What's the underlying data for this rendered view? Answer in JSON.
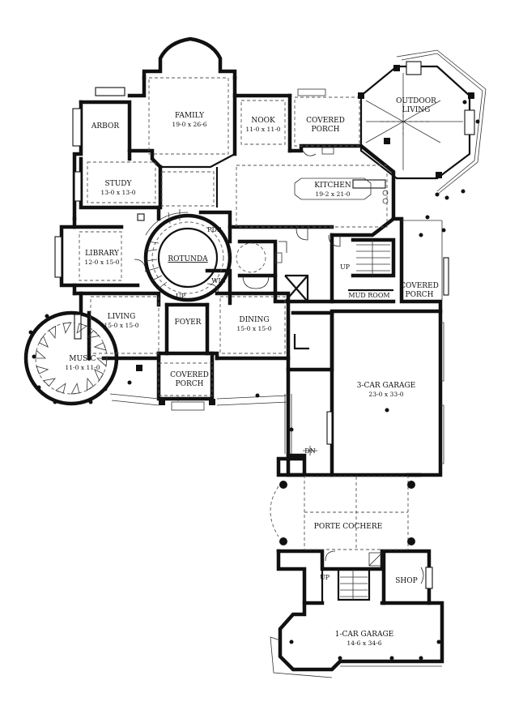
{
  "rooms": {
    "arbor": "ARBOR",
    "family": {
      "name": "FAMILY",
      "dim": "19-0 x 26-6"
    },
    "nook": {
      "name": "NOOK",
      "dim": "11-0 x 11-0"
    },
    "covered_porch_top": {
      "line1": "COVERED",
      "line2": "PORCH"
    },
    "outdoor_living": {
      "line1": "OUTDOOR",
      "line2": "LIVING"
    },
    "study": {
      "name": "STUDY",
      "dim": "13-0 x 13-0"
    },
    "kitchen": {
      "name": "KITCHEN",
      "dim": "19-2 x 21-0"
    },
    "pdr": "PDR",
    "rotunda": "ROTUNDA",
    "library": {
      "name": "LIBRARY",
      "dim": "12-0 x 15-0"
    },
    "wic": "WIC",
    "up_stair_main": "UP",
    "up_stair_mud": "UP",
    "mud_room": "MUD ROOM",
    "covered_porch_right": {
      "line1": "COVERED",
      "line2": "PORCH"
    },
    "living": {
      "name": "LIVING",
      "dim": "15-0 x 15-0"
    },
    "foyer": "FOYER",
    "dining": {
      "name": "DINING",
      "dim": "15-0 x 15-0"
    },
    "music": {
      "name": "MUSIC",
      "dim": "11-0 x 11-0"
    },
    "covered_porch_front": {
      "line1": "COVERED",
      "line2": "PORCH"
    },
    "garage3": {
      "name": "3-CAR GARAGE",
      "dim": "23-0 x 33-0"
    },
    "dn": "DN",
    "porte_cochere": "PORTE COCHERE",
    "up_stair_lower": "UP",
    "shop": "SHOP",
    "garage1": {
      "name": "1-CAR GARAGE",
      "dim": "14-6 x 34-6"
    }
  }
}
